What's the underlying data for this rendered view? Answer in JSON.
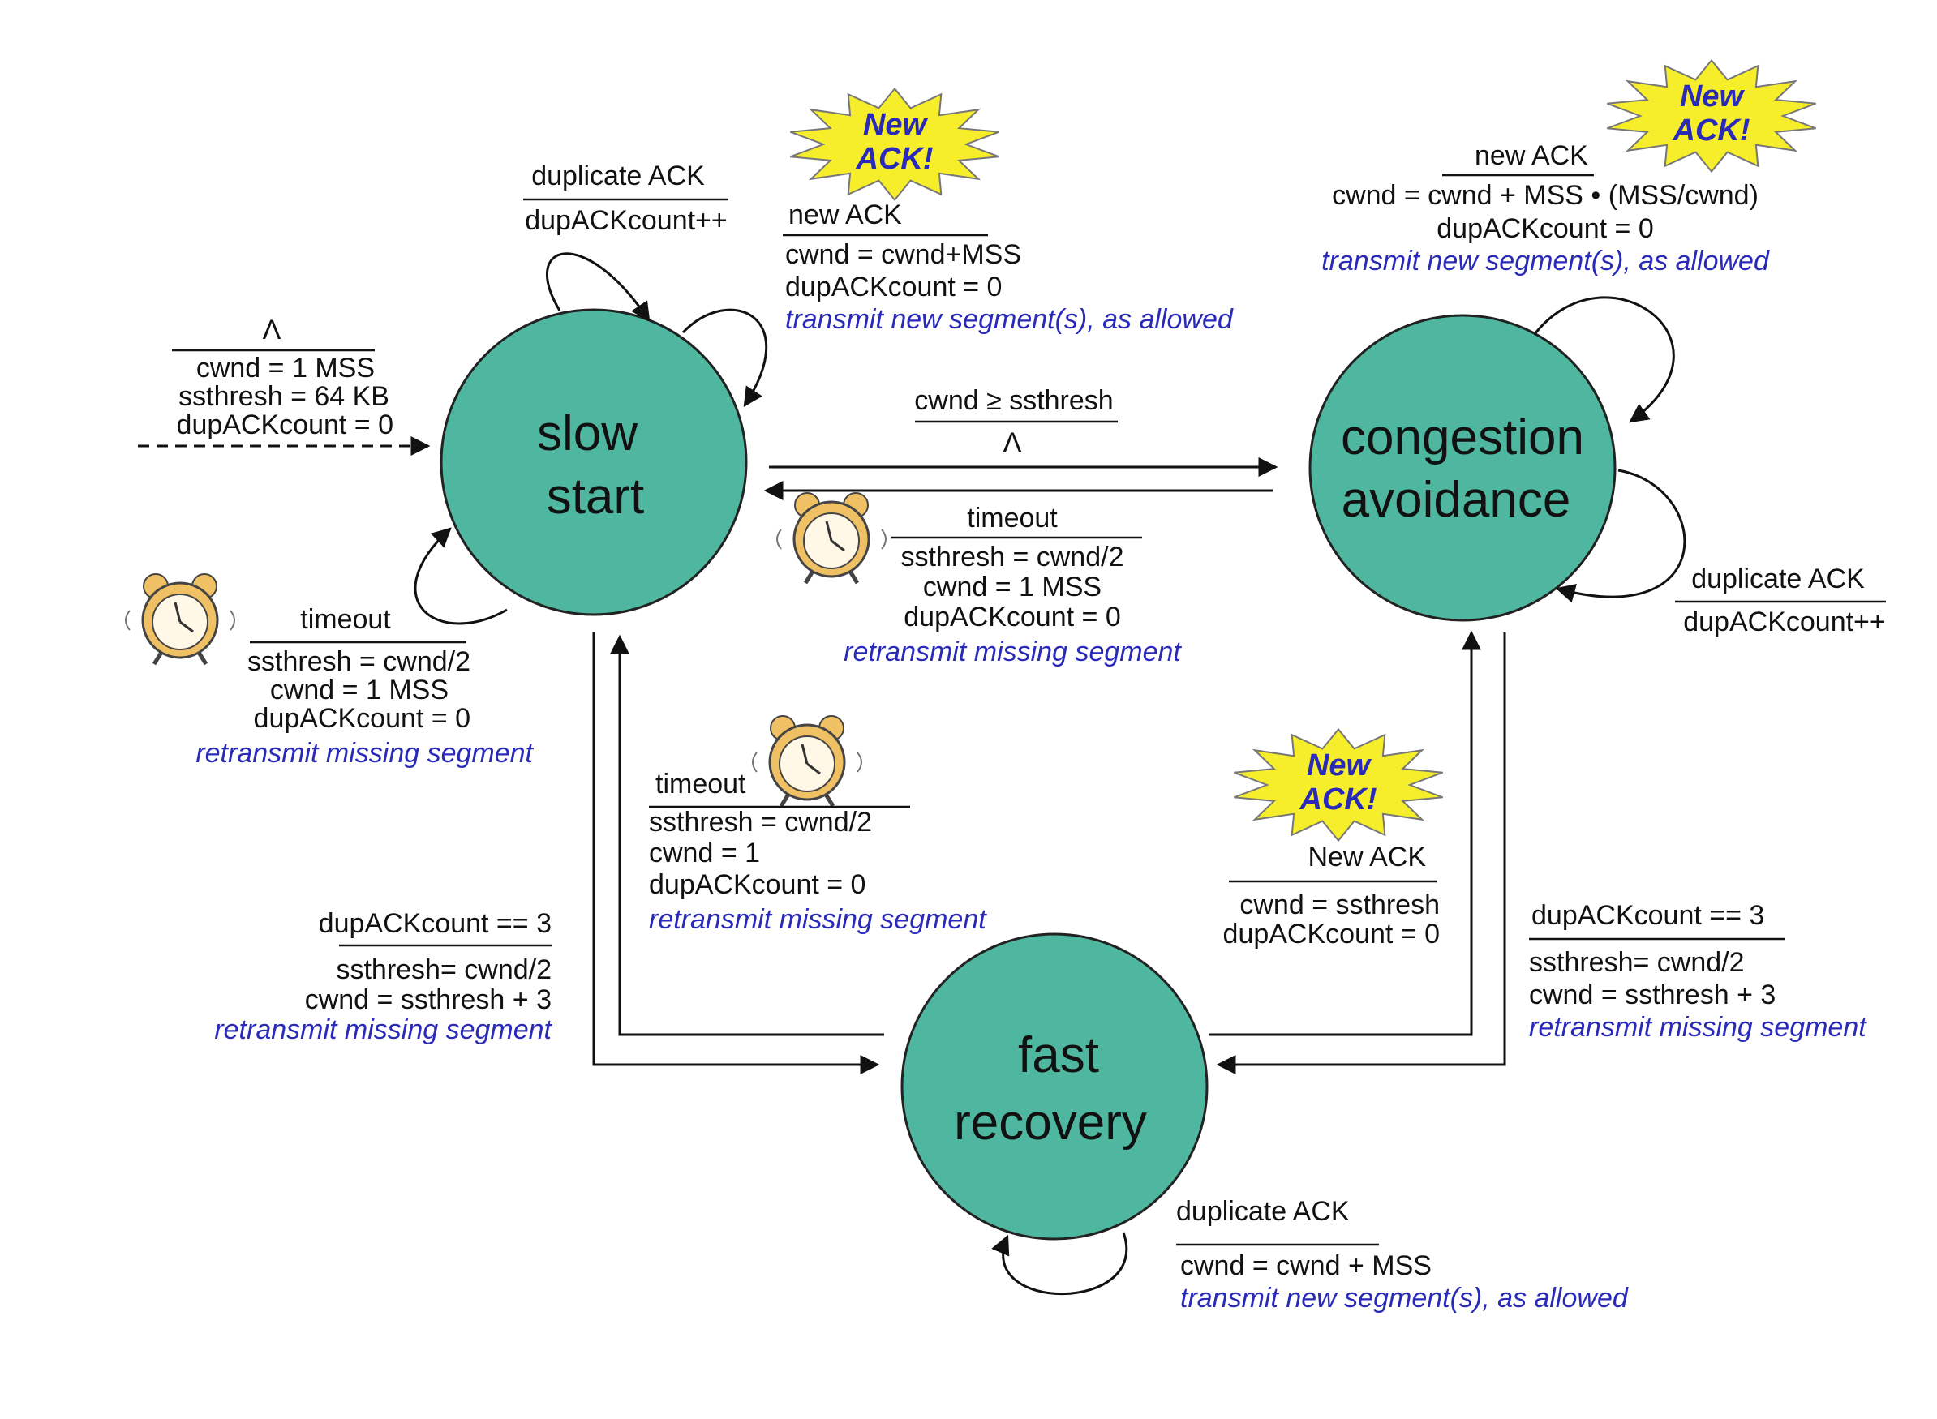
{
  "colors": {
    "state_fill": "#4fb7a0",
    "action_text": "#2a2ab8",
    "star_fill": "#f6ee2a",
    "clock_fill": "#f0c064"
  },
  "states": {
    "slow_start": [
      "slow",
      "start"
    ],
    "congestion_avoidance": [
      "congestion",
      "avoidance"
    ],
    "fast_recovery": [
      "fast",
      "recovery"
    ]
  },
  "badges": {
    "new_ack": [
      "New",
      "ACK!"
    ],
    "icon": "alarm-clock-icon"
  },
  "transitions": {
    "init": {
      "event": "Λ",
      "actions": [
        "cwnd = 1 MSS",
        "ssthresh = 64 KB",
        "dupACKcount = 0"
      ]
    },
    "ss_dup_ack": {
      "event": "duplicate ACK",
      "actions": [
        "dupACKcount++"
      ]
    },
    "ss_new_ack": {
      "event": "new ACK",
      "actions": [
        "cwnd = cwnd+MSS",
        "dupACKcount = 0"
      ],
      "italic": "transmit new segment(s), as allowed"
    },
    "ss_timeout": {
      "event": "timeout",
      "actions": [
        "ssthresh = cwnd/2",
        "cwnd = 1 MSS",
        "dupACKcount = 0"
      ],
      "italic": "retransmit missing segment"
    },
    "ss_to_ca": {
      "event": "cwnd ≥ ssthresh",
      "actions": [
        "Λ"
      ]
    },
    "ca_timeout": {
      "event": "timeout",
      "actions": [
        "ssthresh = cwnd/2",
        "cwnd = 1 MSS",
        "dupACKcount = 0"
      ],
      "italic": "retransmit missing segment"
    },
    "ca_new_ack": {
      "event": "new ACK",
      "actions": [
        "cwnd = cwnd + MSS • (MSS/cwnd)",
        "dupACKcount = 0"
      ],
      "italic": "transmit new segment(s), as allowed"
    },
    "ca_dup_ack": {
      "event": "duplicate ACK",
      "actions": [
        "dupACKcount++"
      ]
    },
    "ss_to_fr": {
      "event": "dupACKcount == 3",
      "actions": [
        "ssthresh= cwnd/2",
        "cwnd = ssthresh + 3"
      ],
      "italic": "retransmit missing segment"
    },
    "fr_timeout": {
      "event": "timeout",
      "actions": [
        "ssthresh = cwnd/2",
        "cwnd = 1",
        "dupACKcount = 0"
      ],
      "italic": "retransmit missing segment"
    },
    "fr_new_ack": {
      "event": "New ACK",
      "actions": [
        "cwnd = ssthresh",
        "dupACKcount = 0"
      ]
    },
    "ca_to_fr": {
      "event": "dupACKcount == 3",
      "actions": [
        "ssthresh= cwnd/2",
        "cwnd = ssthresh + 3"
      ],
      "italic": "retransmit missing segment"
    },
    "fr_dup_ack": {
      "event": "duplicate ACK",
      "actions": [
        "cwnd = cwnd + MSS"
      ],
      "italic": "transmit new segment(s), as allowed"
    }
  }
}
